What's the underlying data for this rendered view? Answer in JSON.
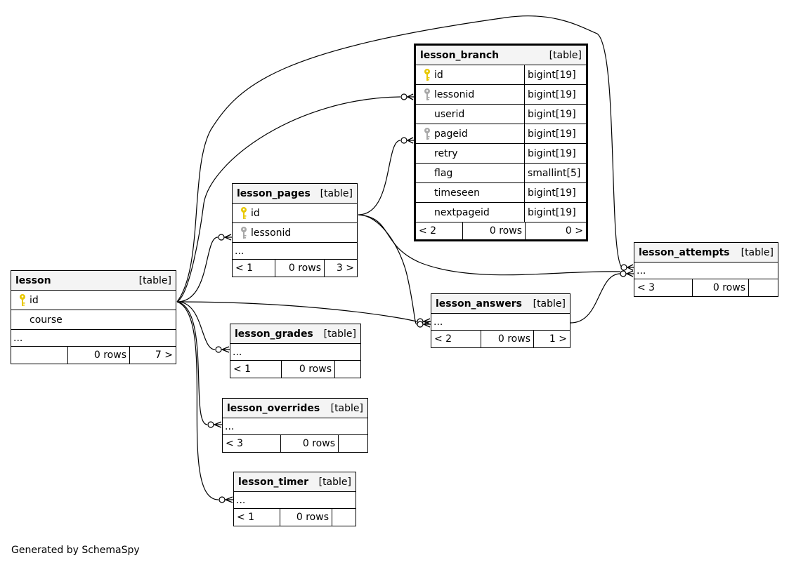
{
  "tables": {
    "lesson": {
      "name": "lesson",
      "type": "[table]",
      "columns": [
        {
          "name": "id",
          "key": "primary"
        },
        {
          "name": "course",
          "key": "none"
        }
      ],
      "more": "...",
      "footer": {
        "parents": "",
        "rows": "0 rows",
        "children": "7 >"
      }
    },
    "lesson_branch": {
      "name": "lesson_branch",
      "type": "[table]",
      "columns": [
        {
          "name": "id",
          "type": "bigint[19]",
          "key": "primary"
        },
        {
          "name": "lessonid",
          "type": "bigint[19]",
          "key": "foreign"
        },
        {
          "name": "userid",
          "type": "bigint[19]",
          "key": "none"
        },
        {
          "name": "pageid",
          "type": "bigint[19]",
          "key": "foreign"
        },
        {
          "name": "retry",
          "type": "bigint[19]",
          "key": "none"
        },
        {
          "name": "flag",
          "type": "smallint[5]",
          "key": "none"
        },
        {
          "name": "timeseen",
          "type": "bigint[19]",
          "key": "none"
        },
        {
          "name": "nextpageid",
          "type": "bigint[19]",
          "key": "none"
        }
      ],
      "footer": {
        "parents": "< 2",
        "rows": "0 rows",
        "children": "0 >"
      }
    },
    "lesson_pages": {
      "name": "lesson_pages",
      "type": "[table]",
      "columns": [
        {
          "name": "id",
          "key": "primary"
        },
        {
          "name": "lessonid",
          "key": "foreign"
        }
      ],
      "more": "...",
      "footer": {
        "parents": "< 1",
        "rows": "0 rows",
        "children": "3 >"
      }
    },
    "lesson_attempts": {
      "name": "lesson_attempts",
      "type": "[table]",
      "more": "...",
      "footer": {
        "parents": "< 3",
        "rows": "0 rows",
        "children": ""
      }
    },
    "lesson_answers": {
      "name": "lesson_answers",
      "type": "[table]",
      "more": "...",
      "footer": {
        "parents": "< 2",
        "rows": "0 rows",
        "children": "1 >"
      }
    },
    "lesson_grades": {
      "name": "lesson_grades",
      "type": "[table]",
      "more": "...",
      "footer": {
        "parents": "< 1",
        "rows": "0 rows",
        "children": ""
      }
    },
    "lesson_overrides": {
      "name": "lesson_overrides",
      "type": "[table]",
      "more": "...",
      "footer": {
        "parents": "< 3",
        "rows": "0 rows",
        "children": ""
      }
    },
    "lesson_timer": {
      "name": "lesson_timer",
      "type": "[table]",
      "more": "...",
      "footer": {
        "parents": "< 1",
        "rows": "0 rows",
        "children": ""
      }
    }
  },
  "relationships": [
    {
      "from": "lesson_branch.lessonid",
      "to": "lesson.id"
    },
    {
      "from": "lesson_branch.pageid",
      "to": "lesson_pages.id"
    },
    {
      "from": "lesson_pages.lessonid",
      "to": "lesson.id"
    },
    {
      "from": "lesson_attempts",
      "to": "lesson.id"
    },
    {
      "from": "lesson_attempts",
      "to": "lesson_pages.id"
    },
    {
      "from": "lesson_attempts",
      "to": "lesson_answers"
    },
    {
      "from": "lesson_answers",
      "to": "lesson.id"
    },
    {
      "from": "lesson_answers",
      "to": "lesson_pages.id"
    },
    {
      "from": "lesson_grades",
      "to": "lesson.id"
    },
    {
      "from": "lesson_overrides",
      "to": "lesson.id"
    },
    {
      "from": "lesson_timer",
      "to": "lesson.id"
    }
  ],
  "colors": {
    "primary_key": "#e8c800",
    "foreign_key": "#a8a8a8",
    "header_bg": "#f4f4f4"
  },
  "footer_text": "Generated by SchemaSpy"
}
